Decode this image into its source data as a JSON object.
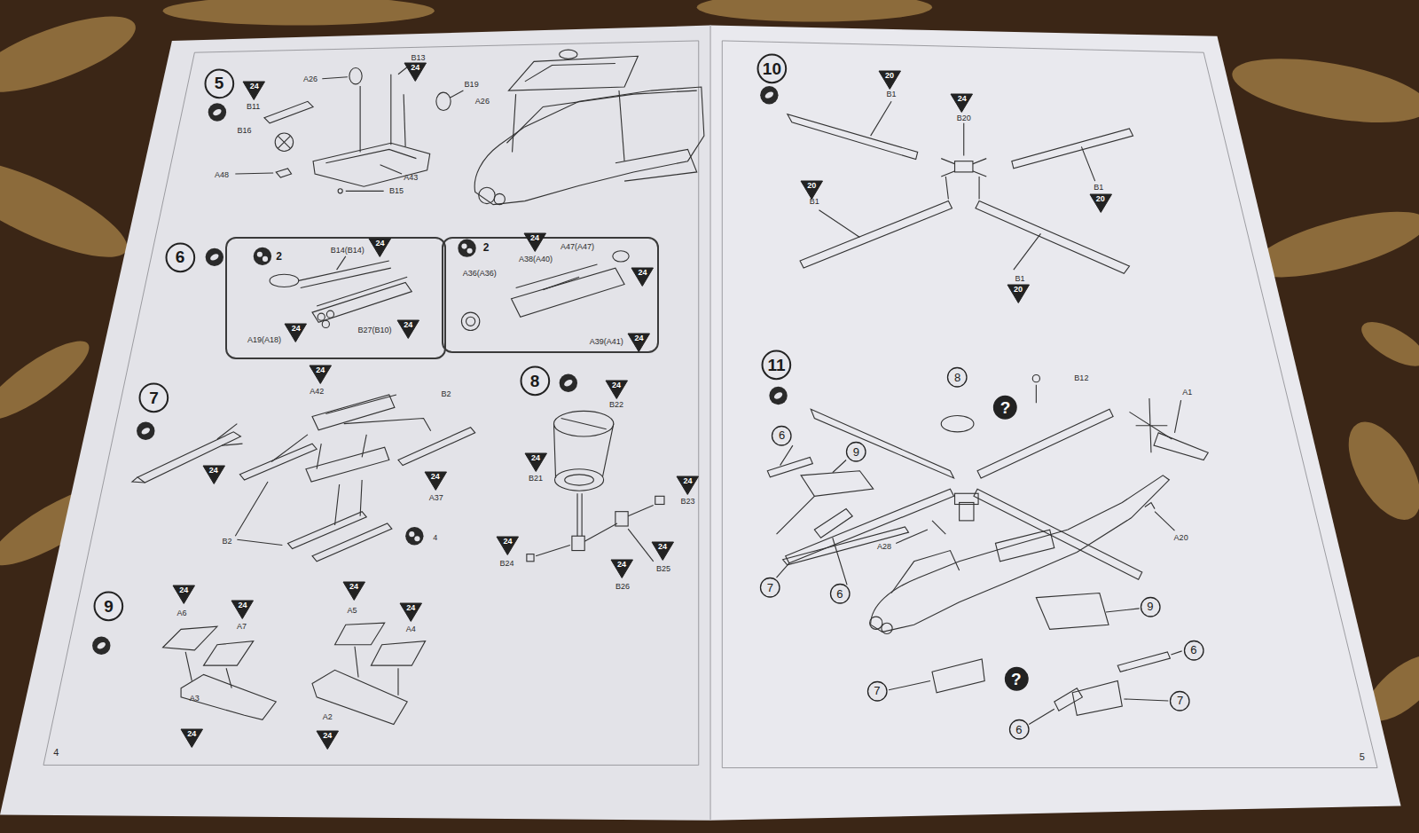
{
  "diagram": {
    "nodes": [
      {
        "text": [
          "5"
        ]
      },
      {
        "text": [
          "24"
        ]
      },
      {
        "text": [
          "24"
        ]
      },
      {
        "text": [
          "6"
        ]
      },
      {
        "text": [
          "2"
        ]
      },
      {
        "text": [
          "2"
        ]
      },
      {
        "text": [
          "24"
        ],
        "in": 4
      },
      {
        "text": [
          "24"
        ],
        "in": 4
      },
      {
        "text": [
          "24"
        ],
        "in": 4
      },
      {
        "text": [
          "24"
        ],
        "in": 5
      },
      {
        "text": [
          "24"
        ],
        "in": 5
      },
      {
        "text": [
          "24"
        ],
        "in": 5
      },
      {
        "text": [
          "7"
        ]
      },
      {
        "text": [
          "24"
        ]
      },
      {
        "text": [
          "24"
        ]
      },
      {
        "text": [
          "24"
        ]
      },
      {
        "text": [
          "8"
        ]
      },
      {
        "text": [
          "24"
        ]
      },
      {
        "text": [
          "24"
        ]
      },
      {
        "text": [
          "24"
        ]
      },
      {
        "text": [
          "24"
        ]
      },
      {
        "text": [
          "24"
        ]
      },
      {
        "text": [
          "24"
        ]
      },
      {
        "text": [
          "9"
        ]
      },
      {
        "text": [
          "24"
        ]
      },
      {
        "text": [
          "24"
        ]
      },
      {
        "text": [
          "24"
        ]
      },
      {
        "text": [
          "24"
        ]
      },
      {
        "text": [
          "24"
        ]
      },
      {
        "text": [
          "24"
        ]
      },
      {
        "text": [
          "10"
        ]
      },
      {
        "text": [
          "20"
        ]
      },
      {
        "text": [
          "24"
        ]
      },
      {
        "text": [
          "20"
        ]
      },
      {
        "text": [
          "20"
        ]
      },
      {
        "text": [
          "20"
        ]
      },
      {
        "text": [
          "11"
        ]
      },
      {
        "text": [
          "8"
        ]
      },
      {
        "text": [
          "?"
        ]
      },
      {
        "text": [
          "6"
        ]
      },
      {
        "text": [
          "9"
        ]
      },
      {
        "text": [
          "7"
        ]
      },
      {
        "text": [
          "6"
        ]
      },
      {
        "text": [
          "9"
        ]
      },
      {
        "text": [
          "6"
        ]
      },
      {
        "text": [
          "?"
        ]
      },
      {
        "text": [
          "7"
        ]
      },
      {
        "text": [
          "7"
        ]
      },
      {
        "text": [
          "6"
        ]
      }
    ],
    "labels": [
      "A26",
      "B13",
      "B19",
      "A26",
      "B11",
      "B16",
      "A48",
      "A43",
      "B15",
      "B14(B14)",
      "A47(A47)",
      "A38(A40)",
      "A36(A36)",
      "A19(A18)",
      "B27(B10)",
      "A39(A41)",
      "A42",
      "B2",
      "A37",
      "B2",
      "4",
      "B22",
      "B21",
      "B23",
      "B24",
      "B25",
      "B26",
      "A6",
      "A7",
      "A5",
      "A4",
      "A3",
      "A2",
      "4",
      "B1",
      "B20",
      "B1",
      "B1",
      "B1",
      "B12",
      "A1",
      "A20",
      "A28",
      "5"
    ]
  }
}
